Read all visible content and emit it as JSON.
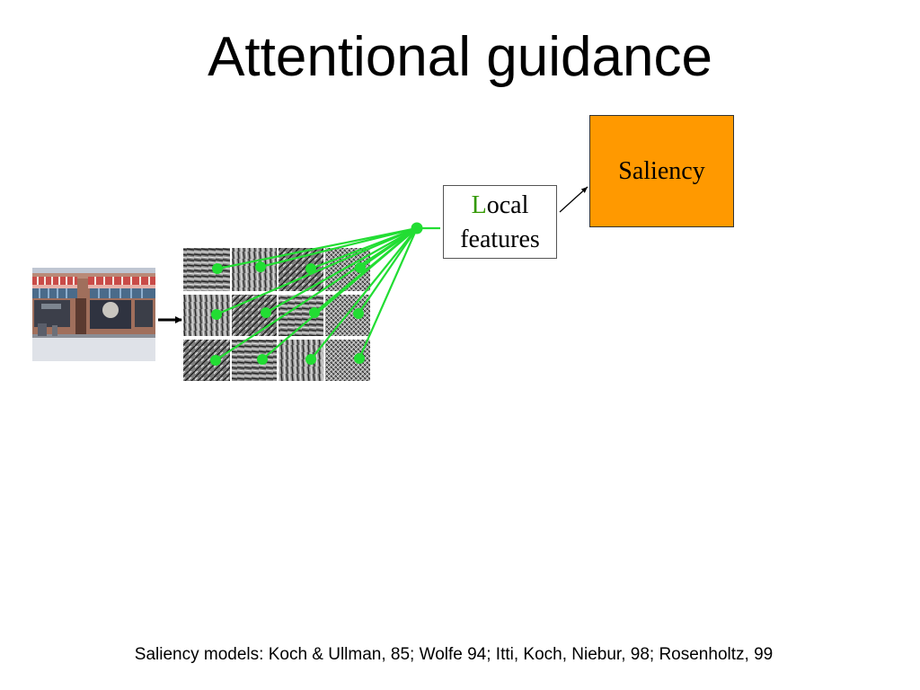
{
  "slide": {
    "title": "Attentional guidance",
    "saliency_label": "Saliency",
    "features_accent_letter": "L",
    "features_line1_rest": "ocal",
    "features_line2": "features",
    "citation": "Saliency models: Koch & Ullman, 85; Wolfe 94; Itti, Koch, Niebur, 98; Rosenholtz, 99"
  },
  "colors": {
    "saliency_fill": "#ff9900",
    "connection_green": "#22dd33",
    "accent_letter_green": "#339900"
  },
  "feature_grid": {
    "rows": 3,
    "columns": 4
  }
}
